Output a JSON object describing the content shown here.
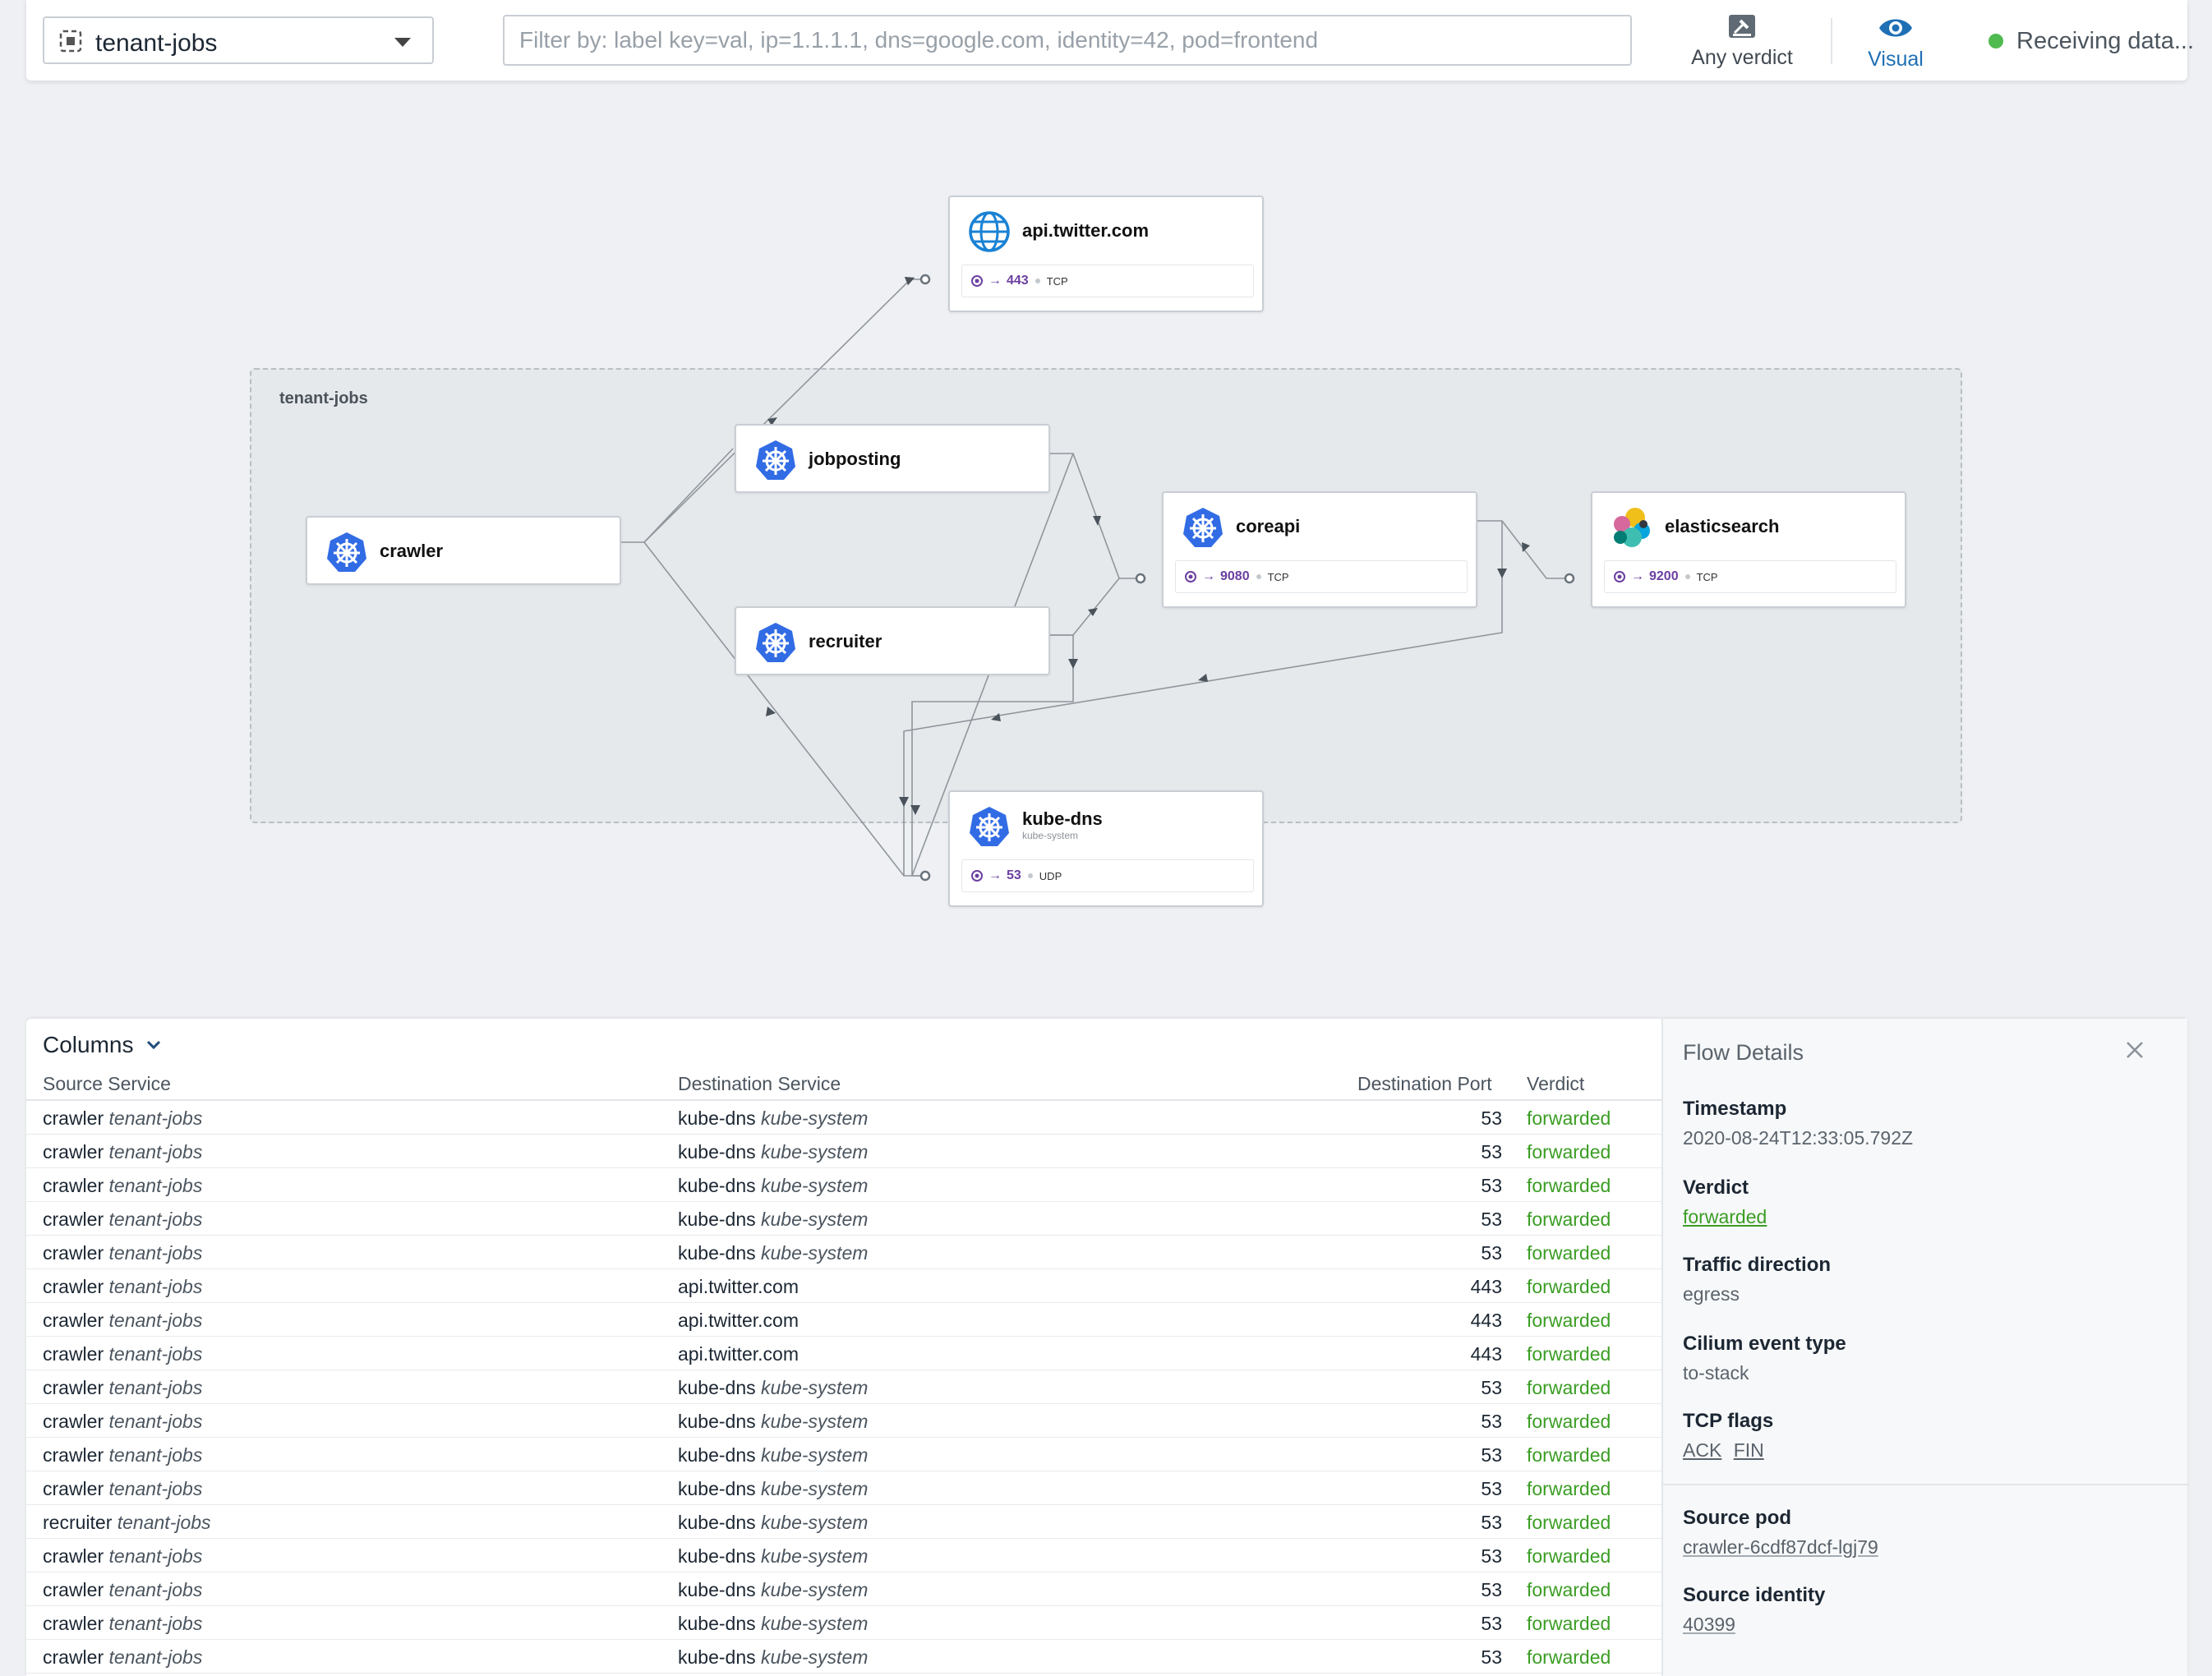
{
  "header": {
    "namespace": "tenant-jobs",
    "filter_placeholder": "Filter by: label key=val, ip=1.1.1.1, dns=google.com, identity=42, pod=frontend",
    "filter_value": "",
    "verdict_label": "Any verdict",
    "visual_label": "Visual",
    "status_text": "Receiving data...",
    "colors": {
      "accent": "#1f6fb5",
      "status": "#4fba4f"
    }
  },
  "map": {
    "namespace_box_label": "tenant-jobs",
    "cards": {
      "twitter": {
        "title": "api.twitter.com",
        "port": "443",
        "proto": "TCP",
        "icon": "globe-icon"
      },
      "jobposting": {
        "title": "jobposting",
        "icon": "kubernetes-icon"
      },
      "crawler": {
        "title": "crawler",
        "icon": "kubernetes-icon"
      },
      "recruiter": {
        "title": "recruiter",
        "icon": "kubernetes-icon"
      },
      "coreapi": {
        "title": "coreapi",
        "port": "9080",
        "proto": "TCP",
        "icon": "kubernetes-icon"
      },
      "elasticsearch": {
        "title": "elasticsearch",
        "port": "9200",
        "proto": "TCP",
        "icon": "elasticsearch-icon"
      },
      "kubedns": {
        "title": "kube-dns",
        "subtitle": "kube-system",
        "port": "53",
        "proto": "UDP",
        "icon": "kubernetes-icon"
      }
    },
    "port_arrow": "→"
  },
  "flows": {
    "columns_label": "Columns",
    "headers": {
      "source": "Source Service",
      "destination": "Destination Service",
      "port": "Destination Port",
      "verdict": "Verdict"
    },
    "rows": [
      {
        "src": "crawler",
        "src_ns": "tenant-jobs",
        "dst": "kube-dns",
        "dst_ns": "kube-system",
        "port": "53",
        "verdict": "forwarded"
      },
      {
        "src": "crawler",
        "src_ns": "tenant-jobs",
        "dst": "kube-dns",
        "dst_ns": "kube-system",
        "port": "53",
        "verdict": "forwarded"
      },
      {
        "src": "crawler",
        "src_ns": "tenant-jobs",
        "dst": "kube-dns",
        "dst_ns": "kube-system",
        "port": "53",
        "verdict": "forwarded"
      },
      {
        "src": "crawler",
        "src_ns": "tenant-jobs",
        "dst": "kube-dns",
        "dst_ns": "kube-system",
        "port": "53",
        "verdict": "forwarded"
      },
      {
        "src": "crawler",
        "src_ns": "tenant-jobs",
        "dst": "kube-dns",
        "dst_ns": "kube-system",
        "port": "53",
        "verdict": "forwarded"
      },
      {
        "src": "crawler",
        "src_ns": "tenant-jobs",
        "dst": "api.twitter.com",
        "dst_ns": "",
        "port": "443",
        "verdict": "forwarded"
      },
      {
        "src": "crawler",
        "src_ns": "tenant-jobs",
        "dst": "api.twitter.com",
        "dst_ns": "",
        "port": "443",
        "verdict": "forwarded"
      },
      {
        "src": "crawler",
        "src_ns": "tenant-jobs",
        "dst": "api.twitter.com",
        "dst_ns": "",
        "port": "443",
        "verdict": "forwarded"
      },
      {
        "src": "crawler",
        "src_ns": "tenant-jobs",
        "dst": "kube-dns",
        "dst_ns": "kube-system",
        "port": "53",
        "verdict": "forwarded"
      },
      {
        "src": "crawler",
        "src_ns": "tenant-jobs",
        "dst": "kube-dns",
        "dst_ns": "kube-system",
        "port": "53",
        "verdict": "forwarded"
      },
      {
        "src": "crawler",
        "src_ns": "tenant-jobs",
        "dst": "kube-dns",
        "dst_ns": "kube-system",
        "port": "53",
        "verdict": "forwarded"
      },
      {
        "src": "crawler",
        "src_ns": "tenant-jobs",
        "dst": "kube-dns",
        "dst_ns": "kube-system",
        "port": "53",
        "verdict": "forwarded"
      },
      {
        "src": "recruiter",
        "src_ns": "tenant-jobs",
        "dst": "kube-dns",
        "dst_ns": "kube-system",
        "port": "53",
        "verdict": "forwarded"
      },
      {
        "src": "crawler",
        "src_ns": "tenant-jobs",
        "dst": "kube-dns",
        "dst_ns": "kube-system",
        "port": "53",
        "verdict": "forwarded"
      },
      {
        "src": "crawler",
        "src_ns": "tenant-jobs",
        "dst": "kube-dns",
        "dst_ns": "kube-system",
        "port": "53",
        "verdict": "forwarded"
      },
      {
        "src": "crawler",
        "src_ns": "tenant-jobs",
        "dst": "kube-dns",
        "dst_ns": "kube-system",
        "port": "53",
        "verdict": "forwarded"
      },
      {
        "src": "crawler",
        "src_ns": "tenant-jobs",
        "dst": "kube-dns",
        "dst_ns": "kube-system",
        "port": "53",
        "verdict": "forwarded"
      }
    ],
    "verdict_color": "#3a9d23"
  },
  "details": {
    "title": "Flow Details",
    "timestamp_label": "Timestamp",
    "timestamp": "2020-08-24T12:33:05.792Z",
    "verdict_label": "Verdict",
    "verdict": "forwarded",
    "direction_label": "Traffic direction",
    "direction": "egress",
    "event_label": "Cilium event type",
    "event": "to-stack",
    "tcp_label": "TCP flags",
    "tcp_flags": [
      "ACK",
      "FIN"
    ],
    "source_pod_label": "Source pod",
    "source_pod": "crawler-6cdf87dcf-lgj79",
    "source_identity_label": "Source identity",
    "source_identity": "40399"
  }
}
